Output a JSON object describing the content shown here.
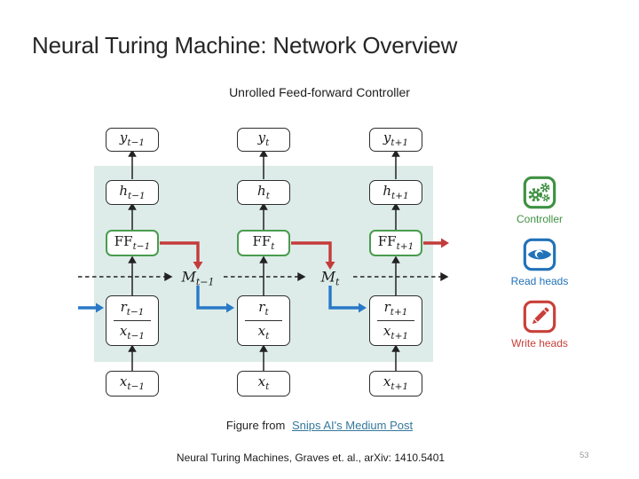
{
  "slide": {
    "title": "Neural Turing Machine: Network Overview",
    "subtitle": "Unrolled Feed-forward Controller",
    "caption_prefix": "Figure from",
    "caption_link": "Snips AI's Medium Post",
    "footer_citation": "Neural Turing Machines, Graves et. al., arXiv: 1410.5401",
    "page_number": "53"
  },
  "diagram": {
    "columns": [
      {
        "y_base": "y",
        "y_sub": "t−1",
        "h_base": "h",
        "h_sub": "t−1",
        "ff_base": "FF",
        "ff_sub": "t−1",
        "r_base": "r",
        "r_sub": "t−1",
        "x_base": "x",
        "x_sub": "t−1",
        "x_in_base": "x",
        "x_in_sub": "t−1"
      },
      {
        "y_base": "y",
        "y_sub": "t",
        "h_base": "h",
        "h_sub": "t",
        "ff_base": "FF",
        "ff_sub": "t",
        "r_base": "r",
        "r_sub": "t",
        "x_base": "x",
        "x_sub": "t",
        "x_in_base": "x",
        "x_in_sub": "t"
      },
      {
        "y_base": "y",
        "y_sub": "t+1",
        "h_base": "h",
        "h_sub": "t+1",
        "ff_base": "FF",
        "ff_sub": "t+1",
        "r_base": "r",
        "r_sub": "t+1",
        "x_base": "x",
        "x_sub": "t+1",
        "x_in_base": "x",
        "x_in_sub": "t+1"
      }
    ],
    "memory_labels": [
      {
        "base": "M",
        "sub": "t−1"
      },
      {
        "base": "M",
        "sub": "t"
      }
    ]
  },
  "legend": {
    "items": [
      {
        "label": "Controller",
        "icon": "gears-icon",
        "color": "#3f9142"
      },
      {
        "label": "Read heads",
        "icon": "eye-icon",
        "color": "#2272b9"
      },
      {
        "label": "Write heads",
        "icon": "pencil-icon",
        "color": "#c8403a"
      }
    ]
  },
  "colors": {
    "memory_band_background": "#ddece9",
    "box_border": "#2e2e2e",
    "controller_box_border": "#4a9c4f",
    "write_arrow_red": "#c43b3b",
    "read_arrow_blue": "#2979c8",
    "link_teal": "#34789a"
  }
}
